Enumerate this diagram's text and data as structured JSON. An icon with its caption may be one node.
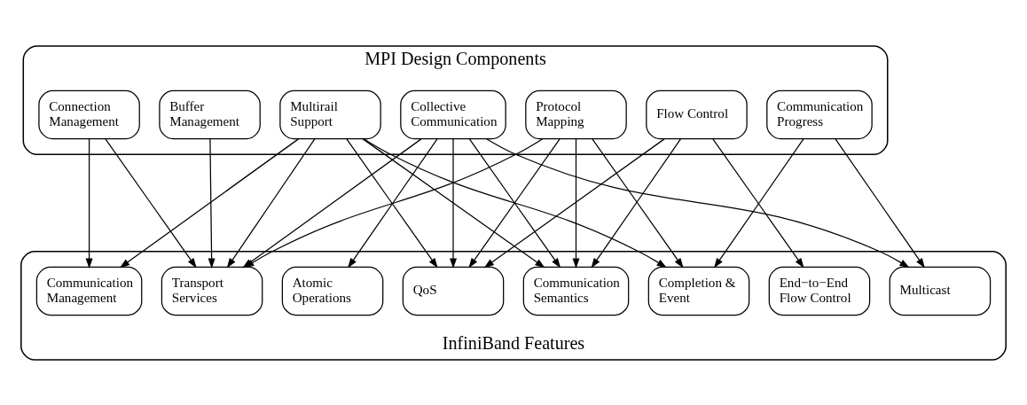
{
  "diagram": {
    "nodes": [
      {
        "text": [
          "MPI Design Components"
        ]
      },
      {
        "text": [
          "Protocol Mapping"
        ],
        "in": 0
      },
      {
        "text": [
          "Flow Control"
        ],
        "in": 0
      },
      {
        "text": [
          "Communication Progress"
        ],
        "in": 0
      },
      {
        "text": [
          "Buffer Management"
        ],
        "in": 0
      },
      {
        "text": [
          "Connection Management"
        ],
        "in": 0
      },
      {
        "text": [
          "Collective Communication"
        ],
        "in": 0
      },
      {
        "text": [
          "Multirail Support"
        ],
        "in": 0
      },
      {
        "text": [
          "InfiniBand Features"
        ]
      },
      {
        "text": [
          "Communication Semantics"
        ],
        "in": 8
      },
      {
        "text": [
          "Atomic Operations"
        ],
        "in": 8
      },
      {
        "text": [
          "Completion & Event"
        ],
        "in": 8
      },
      {
        "text": [
          "End−to−End Flow Control"
        ],
        "in": 8
      },
      {
        "text": [
          "Transport Services"
        ],
        "in": 8
      },
      {
        "text": [
          "Communication Management"
        ],
        "in": 8
      },
      {
        "text": [
          "Multicast"
        ],
        "in": 8
      },
      {
        "text": [
          "QoS"
        ],
        "in": 8
      }
    ],
    "edges": [
      {
        "from": 1,
        "to": 9,
        "arrow": "to"
      },
      {
        "from": 1,
        "to": 11,
        "arrow": "to"
      },
      {
        "from": 1,
        "to": 13,
        "arrow": "to"
      },
      {
        "from": 1,
        "to": 16,
        "arrow": "to"
      },
      {
        "from": 2,
        "to": 9,
        "arrow": "to"
      },
      {
        "from": 2,
        "to": 12,
        "arrow": "to"
      },
      {
        "from": 2,
        "to": 16,
        "arrow": "to"
      },
      {
        "from": 3,
        "to": 11,
        "arrow": "to"
      },
      {
        "from": 3,
        "to": 15,
        "arrow": "to"
      },
      {
        "from": 4,
        "to": 13,
        "arrow": "to"
      },
      {
        "from": 5,
        "to": 13,
        "arrow": "to"
      },
      {
        "from": 5,
        "to": 14,
        "arrow": "to"
      },
      {
        "from": 6,
        "to": 9,
        "arrow": "to"
      },
      {
        "from": 6,
        "to": 10,
        "arrow": "to"
      },
      {
        "from": 6,
        "to": 13,
        "arrow": "to"
      },
      {
        "from": 6,
        "to": 15,
        "arrow": "to"
      },
      {
        "from": 6,
        "to": 16,
        "arrow": "to"
      },
      {
        "from": 7,
        "to": 9,
        "arrow": "to"
      },
      {
        "from": 7,
        "to": 11,
        "arrow": "to"
      },
      {
        "from": 7,
        "to": 13,
        "arrow": "to"
      },
      {
        "from": 7,
        "to": 14,
        "arrow": "to"
      },
      {
        "from": 7,
        "to": 16,
        "arrow": "to"
      }
    ]
  }
}
